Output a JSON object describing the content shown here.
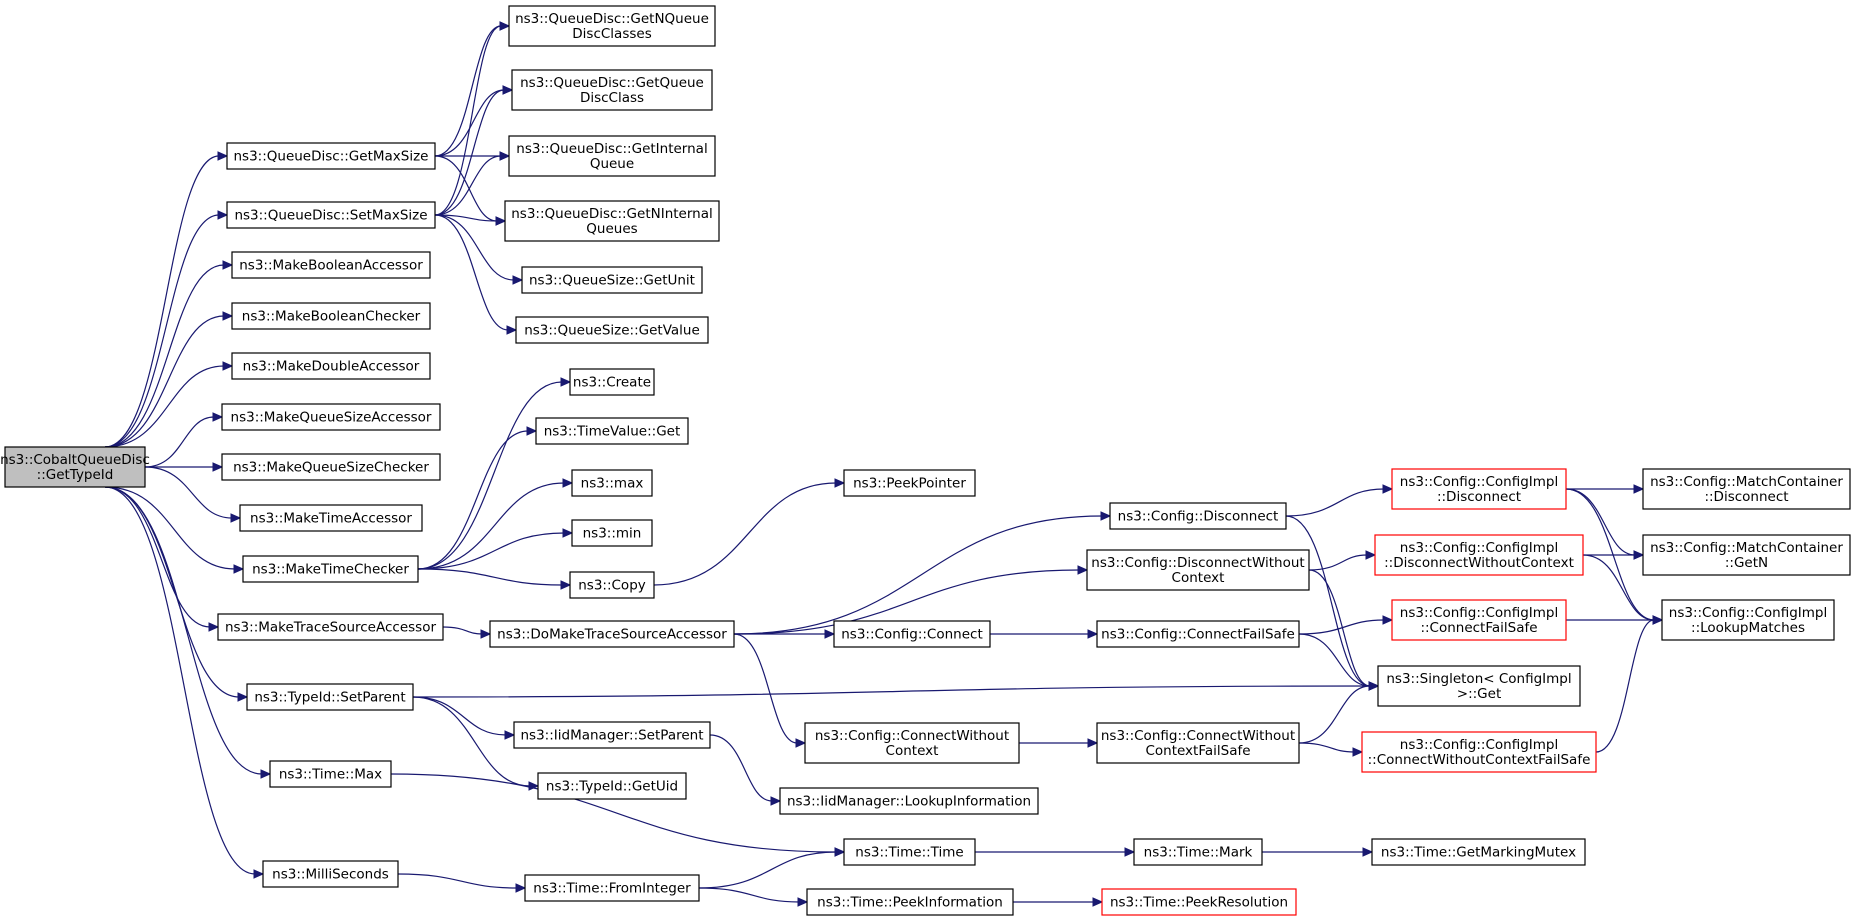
{
  "colors": {
    "edge": "#191970",
    "border_normal": "#000000",
    "border_truncated": "#ff0000",
    "root_fill": "#bfbfbf",
    "node_fill": "#ffffff"
  },
  "nodes": [
    {
      "id": "root",
      "lines": [
        "ns3::CobaltQueueDisc",
        "::GetTypeId"
      ],
      "kind": "root"
    },
    {
      "id": "qd_getmaxsize",
      "lines": [
        "ns3::QueueDisc::GetMaxSize"
      ],
      "kind": "normal"
    },
    {
      "id": "qd_setmaxsize",
      "lines": [
        "ns3::QueueDisc::SetMaxSize"
      ],
      "kind": "normal"
    },
    {
      "id": "make_bool_acc",
      "lines": [
        "ns3::MakeBooleanAccessor"
      ],
      "kind": "normal"
    },
    {
      "id": "make_bool_chk",
      "lines": [
        "ns3::MakeBooleanChecker"
      ],
      "kind": "normal"
    },
    {
      "id": "make_double_acc",
      "lines": [
        "ns3::MakeDoubleAccessor"
      ],
      "kind": "normal"
    },
    {
      "id": "make_qs_acc",
      "lines": [
        "ns3::MakeQueueSizeAccessor"
      ],
      "kind": "normal"
    },
    {
      "id": "make_qs_chk",
      "lines": [
        "ns3::MakeQueueSizeChecker"
      ],
      "kind": "normal"
    },
    {
      "id": "make_time_acc",
      "lines": [
        "ns3::MakeTimeAccessor"
      ],
      "kind": "normal"
    },
    {
      "id": "make_time_chk",
      "lines": [
        "ns3::MakeTimeChecker"
      ],
      "kind": "normal"
    },
    {
      "id": "make_trace_acc",
      "lines": [
        "ns3::MakeTraceSourceAccessor"
      ],
      "kind": "normal"
    },
    {
      "id": "typeid_setparent",
      "lines": [
        "ns3::TypeId::SetParent"
      ],
      "kind": "normal"
    },
    {
      "id": "time_max",
      "lines": [
        "ns3::Time::Max"
      ],
      "kind": "normal"
    },
    {
      "id": "milliseconds",
      "lines": [
        "ns3::MilliSeconds"
      ],
      "kind": "normal"
    },
    {
      "id": "qd_getnqueuediscclasses",
      "lines": [
        "ns3::QueueDisc::GetNQueue",
        "DiscClasses"
      ],
      "kind": "normal"
    },
    {
      "id": "qd_getqueuediscclass",
      "lines": [
        "ns3::QueueDisc::GetQueue",
        "DiscClass"
      ],
      "kind": "normal"
    },
    {
      "id": "qd_getinternalqueue",
      "lines": [
        "ns3::QueueDisc::GetInternal",
        "Queue"
      ],
      "kind": "normal"
    },
    {
      "id": "qd_getninternalqueues",
      "lines": [
        "ns3::QueueDisc::GetNInternal",
        "Queues"
      ],
      "kind": "normal"
    },
    {
      "id": "qs_getunit",
      "lines": [
        "ns3::QueueSize::GetUnit"
      ],
      "kind": "normal"
    },
    {
      "id": "qs_getvalue",
      "lines": [
        "ns3::QueueSize::GetValue"
      ],
      "kind": "normal"
    },
    {
      "id": "create",
      "lines": [
        "ns3::Create"
      ],
      "kind": "normal"
    },
    {
      "id": "timevalue_get",
      "lines": [
        "ns3::TimeValue::Get"
      ],
      "kind": "normal"
    },
    {
      "id": "max",
      "lines": [
        "ns3::max"
      ],
      "kind": "normal"
    },
    {
      "id": "min",
      "lines": [
        "ns3::min"
      ],
      "kind": "normal"
    },
    {
      "id": "copy",
      "lines": [
        "ns3::Copy"
      ],
      "kind": "normal"
    },
    {
      "id": "peekpointer",
      "lines": [
        "ns3::PeekPointer"
      ],
      "kind": "normal"
    },
    {
      "id": "domake_trace_acc",
      "lines": [
        "ns3::DoMakeTraceSourceAccessor"
      ],
      "kind": "normal"
    },
    {
      "id": "iid_setparent",
      "lines": [
        "ns3::IidManager::SetParent"
      ],
      "kind": "normal"
    },
    {
      "id": "typeid_getuid",
      "lines": [
        "ns3::TypeId::GetUid"
      ],
      "kind": "normal"
    },
    {
      "id": "iid_lookupinfo",
      "lines": [
        "ns3::IidManager::LookupInformation"
      ],
      "kind": "normal"
    },
    {
      "id": "cfg_disconnect",
      "lines": [
        "ns3::Config::Disconnect"
      ],
      "kind": "normal"
    },
    {
      "id": "cfg_disconnect_noctx",
      "lines": [
        "ns3::Config::DisconnectWithout",
        "Context"
      ],
      "kind": "normal"
    },
    {
      "id": "cfg_connect",
      "lines": [
        "ns3::Config::Connect"
      ],
      "kind": "normal"
    },
    {
      "id": "cfg_connect_noctx",
      "lines": [
        "ns3::Config::ConnectWithout",
        "Context"
      ],
      "kind": "normal"
    },
    {
      "id": "cfg_connectfailsafe",
      "lines": [
        "ns3::Config::ConnectFailSafe"
      ],
      "kind": "normal"
    },
    {
      "id": "cfg_connect_noctx_fs",
      "lines": [
        "ns3::Config::ConnectWithout",
        "ContextFailSafe"
      ],
      "kind": "normal"
    },
    {
      "id": "impl_disconnect",
      "lines": [
        "ns3::Config::ConfigImpl",
        "::Disconnect"
      ],
      "kind": "truncated"
    },
    {
      "id": "impl_disconnect_noctx",
      "lines": [
        "ns3::Config::ConfigImpl",
        "::DisconnectWithoutContext"
      ],
      "kind": "truncated"
    },
    {
      "id": "impl_connectfailsafe",
      "lines": [
        "ns3::Config::ConfigImpl",
        "::ConnectFailSafe"
      ],
      "kind": "truncated"
    },
    {
      "id": "impl_connect_noctx_fs",
      "lines": [
        "ns3::Config::ConfigImpl",
        "::ConnectWithoutContextFailSafe"
      ],
      "kind": "truncated"
    },
    {
      "id": "singleton_get",
      "lines": [
        "ns3::Singleton< ConfigImpl",
        " >::Get"
      ],
      "kind": "normal"
    },
    {
      "id": "mc_disconnect",
      "lines": [
        "ns3::Config::MatchContainer",
        "::Disconnect"
      ],
      "kind": "normal"
    },
    {
      "id": "mc_getn",
      "lines": [
        "ns3::Config::MatchContainer",
        "::GetN"
      ],
      "kind": "normal"
    },
    {
      "id": "impl_lookupmatches",
      "lines": [
        "ns3::Config::ConfigImpl",
        "::LookupMatches"
      ],
      "kind": "normal"
    },
    {
      "id": "time_time",
      "lines": [
        "ns3::Time::Time"
      ],
      "kind": "normal"
    },
    {
      "id": "time_mark",
      "lines": [
        "ns3::Time::Mark"
      ],
      "kind": "normal"
    },
    {
      "id": "time_getmarkingmutex",
      "lines": [
        "ns3::Time::GetMarkingMutex"
      ],
      "kind": "normal"
    },
    {
      "id": "time_frominteger",
      "lines": [
        "ns3::Time::FromInteger"
      ],
      "kind": "normal"
    },
    {
      "id": "time_peekinfo",
      "lines": [
        "ns3::Time::PeekInformation"
      ],
      "kind": "normal"
    },
    {
      "id": "time_peekres",
      "lines": [
        "ns3::Time::PeekResolution"
      ],
      "kind": "truncated"
    }
  ],
  "edges": [
    [
      "root",
      "qd_getmaxsize"
    ],
    [
      "root",
      "qd_setmaxsize"
    ],
    [
      "root",
      "make_bool_acc"
    ],
    [
      "root",
      "make_bool_chk"
    ],
    [
      "root",
      "make_double_acc"
    ],
    [
      "root",
      "make_qs_acc"
    ],
    [
      "root",
      "make_qs_chk"
    ],
    [
      "root",
      "make_time_acc"
    ],
    [
      "root",
      "make_time_chk"
    ],
    [
      "root",
      "make_trace_acc"
    ],
    [
      "root",
      "typeid_setparent"
    ],
    [
      "root",
      "time_max"
    ],
    [
      "root",
      "milliseconds"
    ],
    [
      "qd_getmaxsize",
      "qd_getnqueuediscclasses"
    ],
    [
      "qd_getmaxsize",
      "qd_getqueuediscclass"
    ],
    [
      "qd_getmaxsize",
      "qd_getinternalqueue"
    ],
    [
      "qd_getmaxsize",
      "qd_getninternalqueues"
    ],
    [
      "qd_setmaxsize",
      "qd_getnqueuediscclasses"
    ],
    [
      "qd_setmaxsize",
      "qd_getqueuediscclass"
    ],
    [
      "qd_setmaxsize",
      "qd_getinternalqueue"
    ],
    [
      "qd_setmaxsize",
      "qd_getninternalqueues"
    ],
    [
      "qd_setmaxsize",
      "qs_getunit"
    ],
    [
      "qd_setmaxsize",
      "qs_getvalue"
    ],
    [
      "make_time_chk",
      "create"
    ],
    [
      "make_time_chk",
      "timevalue_get"
    ],
    [
      "make_time_chk",
      "max"
    ],
    [
      "make_time_chk",
      "min"
    ],
    [
      "make_time_chk",
      "copy"
    ],
    [
      "copy",
      "peekpointer"
    ],
    [
      "make_trace_acc",
      "domake_trace_acc"
    ],
    [
      "domake_trace_acc",
      "cfg_disconnect"
    ],
    [
      "domake_trace_acc",
      "cfg_disconnect_noctx"
    ],
    [
      "domake_trace_acc",
      "cfg_connect"
    ],
    [
      "domake_trace_acc",
      "cfg_connect_noctx"
    ],
    [
      "typeid_setparent",
      "singleton_get"
    ],
    [
      "typeid_setparent",
      "iid_setparent"
    ],
    [
      "typeid_setparent",
      "typeid_getuid"
    ],
    [
      "iid_setparent",
      "iid_lookupinfo"
    ],
    [
      "time_max",
      "time_time"
    ],
    [
      "milliseconds",
      "time_frominteger"
    ],
    [
      "time_frominteger",
      "time_time"
    ],
    [
      "time_frominteger",
      "time_peekinfo"
    ],
    [
      "time_time",
      "time_mark"
    ],
    [
      "time_mark",
      "time_getmarkingmutex"
    ],
    [
      "time_peekinfo",
      "time_peekres"
    ],
    [
      "cfg_disconnect",
      "impl_disconnect"
    ],
    [
      "cfg_disconnect",
      "singleton_get"
    ],
    [
      "cfg_disconnect_noctx",
      "impl_disconnect_noctx"
    ],
    [
      "cfg_disconnect_noctx",
      "singleton_get"
    ],
    [
      "cfg_connect",
      "cfg_connectfailsafe"
    ],
    [
      "cfg_connectfailsafe",
      "impl_connectfailsafe"
    ],
    [
      "cfg_connectfailsafe",
      "singleton_get"
    ],
    [
      "cfg_connect_noctx",
      "cfg_connect_noctx_fs"
    ],
    [
      "cfg_connect_noctx_fs",
      "singleton_get"
    ],
    [
      "cfg_connect_noctx_fs",
      "impl_connect_noctx_fs"
    ],
    [
      "impl_disconnect",
      "mc_disconnect"
    ],
    [
      "impl_disconnect",
      "mc_getn"
    ],
    [
      "impl_disconnect",
      "impl_lookupmatches"
    ],
    [
      "impl_disconnect_noctx",
      "mc_getn"
    ],
    [
      "impl_disconnect_noctx",
      "impl_lookupmatches"
    ],
    [
      "impl_connectfailsafe",
      "impl_lookupmatches"
    ],
    [
      "impl_connect_noctx_fs",
      "impl_lookupmatches"
    ]
  ]
}
